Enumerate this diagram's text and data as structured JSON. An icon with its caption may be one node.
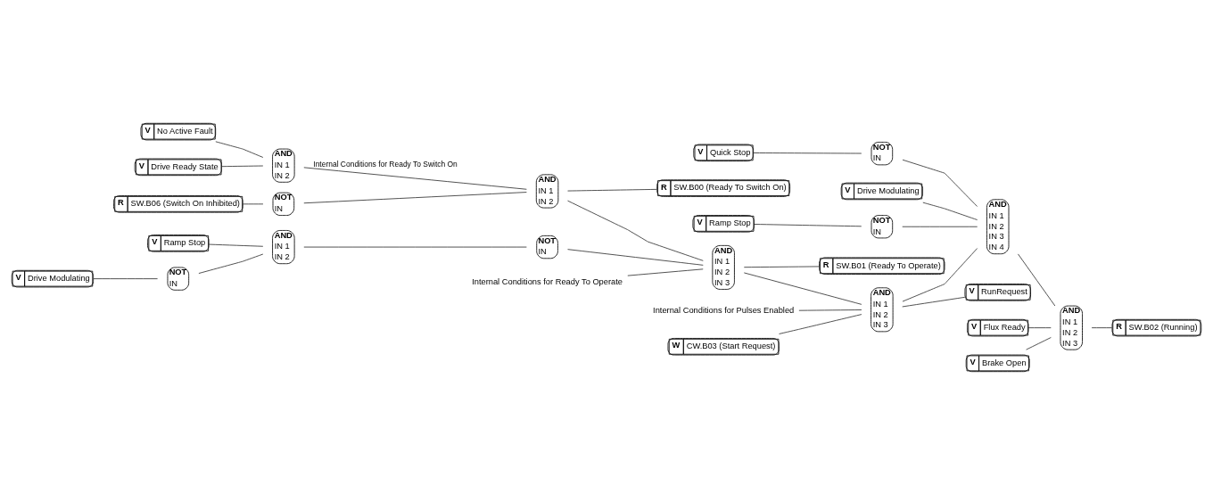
{
  "diagram": {
    "nodes": [
      {
        "text": [
          "R",
          "SW.B06 (Switch On Inhibited)"
        ]
      },
      {
        "text": [
          "NOT",
          "IN"
        ]
      },
      {
        "text": [
          "AND",
          "IN 1",
          "IN 2"
        ]
      },
      {
        "text": [
          "R",
          "SW.B00 (Ready To Switch On)"
        ]
      },
      {
        "text": [
          "V",
          "Drive Ready State"
        ]
      },
      {
        "text": [
          "V",
          "No Active Fault"
        ]
      },
      {
        "text": [
          "AND",
          "IN 1",
          "IN 2"
        ]
      },
      {
        "text": [
          "V",
          "Drive Modulating"
        ]
      },
      {
        "text": [
          "NOT",
          "IN"
        ]
      },
      {
        "text": [
          "AND",
          "IN 1",
          "IN 2"
        ]
      },
      {
        "text": [
          "V",
          "Ramp Stop"
        ]
      },
      {
        "text": [
          "NOT",
          "IN"
        ]
      },
      {
        "text": [
          "AND",
          "IN 1",
          "IN 2",
          "IN 3"
        ]
      },
      {
        "text": [
          "Internal Conditions for Ready To Operate"
        ]
      },
      {
        "text": [
          "R",
          "SW.B01 (Ready To Operate)"
        ]
      },
      {
        "text": [
          "AND",
          "IN 1",
          "IN 2",
          "IN 3"
        ]
      },
      {
        "text": [
          "W",
          "CW.B03 (Start Request)"
        ]
      },
      {
        "text": [
          "Internal Conditions for Pulses Enabled"
        ]
      },
      {
        "text": [
          "V",
          "RunRequest"
        ]
      },
      {
        "text": [
          "V",
          "Quick Stop"
        ]
      },
      {
        "text": [
          "NOT",
          "IN"
        ]
      },
      {
        "text": [
          "V",
          "Ramp Stop"
        ]
      },
      {
        "text": [
          "NOT",
          "IN"
        ]
      },
      {
        "text": [
          "V",
          "Drive Modulating"
        ]
      },
      {
        "text": [
          "AND",
          "IN 1",
          "IN 2",
          "IN 3",
          "IN 4"
        ]
      },
      {
        "text": [
          "AND",
          "IN 1",
          "IN 2",
          "IN 3"
        ]
      },
      {
        "text": [
          "R",
          "SW.B02 (Running)"
        ]
      },
      {
        "text": [
          "V",
          "Flux Ready"
        ]
      },
      {
        "text": [
          "V",
          "Brake Open"
        ]
      }
    ],
    "edges": [
      {
        "from": 0,
        "to": 1,
        "arrow": "none"
      },
      {
        "from": 1,
        "to": 2,
        "arrow": "none"
      },
      {
        "from": 6,
        "to": 2,
        "arrow": "none",
        "label": "Internal Conditions for Ready To Switch On"
      },
      {
        "from": 4,
        "to": 6,
        "arrow": "none"
      },
      {
        "from": 5,
        "to": 6,
        "arrow": "none"
      },
      {
        "from": 2,
        "to": 3,
        "arrow": "none"
      },
      {
        "from": 2,
        "to": 12,
        "arrow": "none"
      },
      {
        "from": 7,
        "to": 8,
        "arrow": "none"
      },
      {
        "from": 8,
        "to": 9,
        "arrow": "none"
      },
      {
        "from": 10,
        "to": 9,
        "arrow": "none"
      },
      {
        "from": 9,
        "to": 11,
        "arrow": "none"
      },
      {
        "from": 11,
        "to": 12,
        "arrow": "none"
      },
      {
        "from": 13,
        "to": 12,
        "arrow": "none"
      },
      {
        "from": 12,
        "to": 14,
        "arrow": "none"
      },
      {
        "from": 12,
        "to": 15,
        "arrow": "none"
      },
      {
        "from": 16,
        "to": 15,
        "arrow": "none"
      },
      {
        "from": 17,
        "to": 15,
        "arrow": "none"
      },
      {
        "from": 15,
        "to": 18,
        "arrow": "none"
      },
      {
        "from": 15,
        "to": 24,
        "arrow": "none"
      },
      {
        "from": 19,
        "to": 20,
        "arrow": "none"
      },
      {
        "from": 21,
        "to": 22,
        "arrow": "none"
      },
      {
        "from": 20,
        "to": 24,
        "arrow": "none"
      },
      {
        "from": 22,
        "to": 24,
        "arrow": "none"
      },
      {
        "from": 23,
        "to": 24,
        "arrow": "none"
      },
      {
        "from": 24,
        "to": 25,
        "arrow": "none"
      },
      {
        "from": 27,
        "to": 25,
        "arrow": "none"
      },
      {
        "from": 28,
        "to": 25,
        "arrow": "none"
      },
      {
        "from": 25,
        "to": 26,
        "arrow": "none"
      }
    ]
  }
}
